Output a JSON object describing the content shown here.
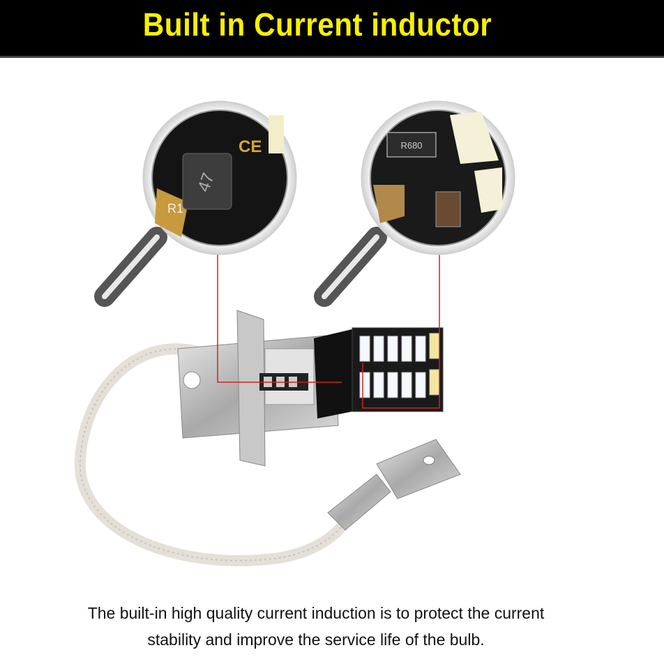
{
  "header": {
    "title": "Built in Current inductor"
  },
  "caption": {
    "line1": "The built-in high quality current induction is to protect the current",
    "line2": "stability and improve the service life of the bulb."
  },
  "colors": {
    "title_text": "#f7f000",
    "header_bg": "#000000",
    "callout_line": "#d42020"
  },
  "illustration": {
    "inductor_marking": "47",
    "resistor_marking": "R680",
    "board_label": "R1",
    "ce_mark": "CE"
  }
}
